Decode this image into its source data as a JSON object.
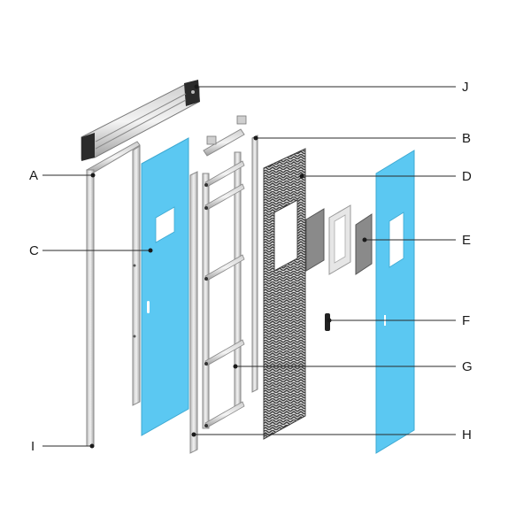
{
  "labels": {
    "A": "A",
    "B": "B",
    "C": "C",
    "D": "D",
    "E": "E",
    "F": "F",
    "G": "G",
    "H": "H",
    "I": "I",
    "J": "J"
  },
  "colors": {
    "door_panel": "#5bc8f2",
    "frame_metal": "#d9d9d9",
    "frame_edge": "#9a9a9a",
    "core_grid": "#555555",
    "header_dark": "#2a2a2a"
  }
}
